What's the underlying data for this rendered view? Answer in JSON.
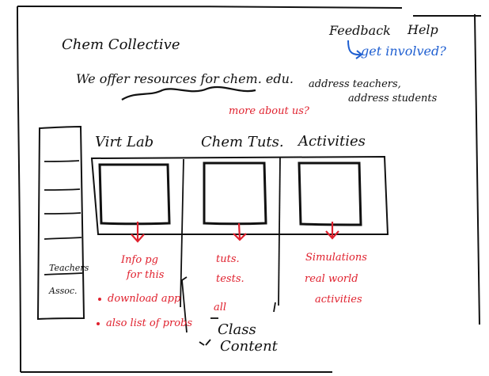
{
  "header": {
    "site_title": "Chem Collective",
    "nav": {
      "feedback": "Feedback",
      "help": "Help",
      "get_involved": "get involved?"
    }
  },
  "hero": {
    "tagline": "We offer resources for chem. edu.",
    "aside_1": "address teachers,",
    "aside_2": "address students",
    "more_link": "more about us?"
  },
  "tabs": [
    {
      "label": "Virt Lab"
    },
    {
      "label": "Chem Tuts."
    },
    {
      "label": "Activities"
    }
  ],
  "sidebar": {
    "label_1": "Teachers",
    "label_2": "Assoc."
  },
  "notes": {
    "virt_lab": {
      "line_1": "Info pg",
      "line_2": "for this",
      "bullet_1": "download app",
      "bullet_2": "also list of probs"
    },
    "chem_tuts": {
      "line_1": "tuts.",
      "line_2": "tests.",
      "line_3": "all",
      "footer_1": "Class",
      "footer_2": "Content"
    },
    "activities": {
      "line_1": "Simulations",
      "line_2": "real world",
      "line_3": "activities"
    }
  },
  "colors": {
    "ink": "#111111",
    "red": "#e0212e",
    "blue": "#1f5fd1"
  }
}
